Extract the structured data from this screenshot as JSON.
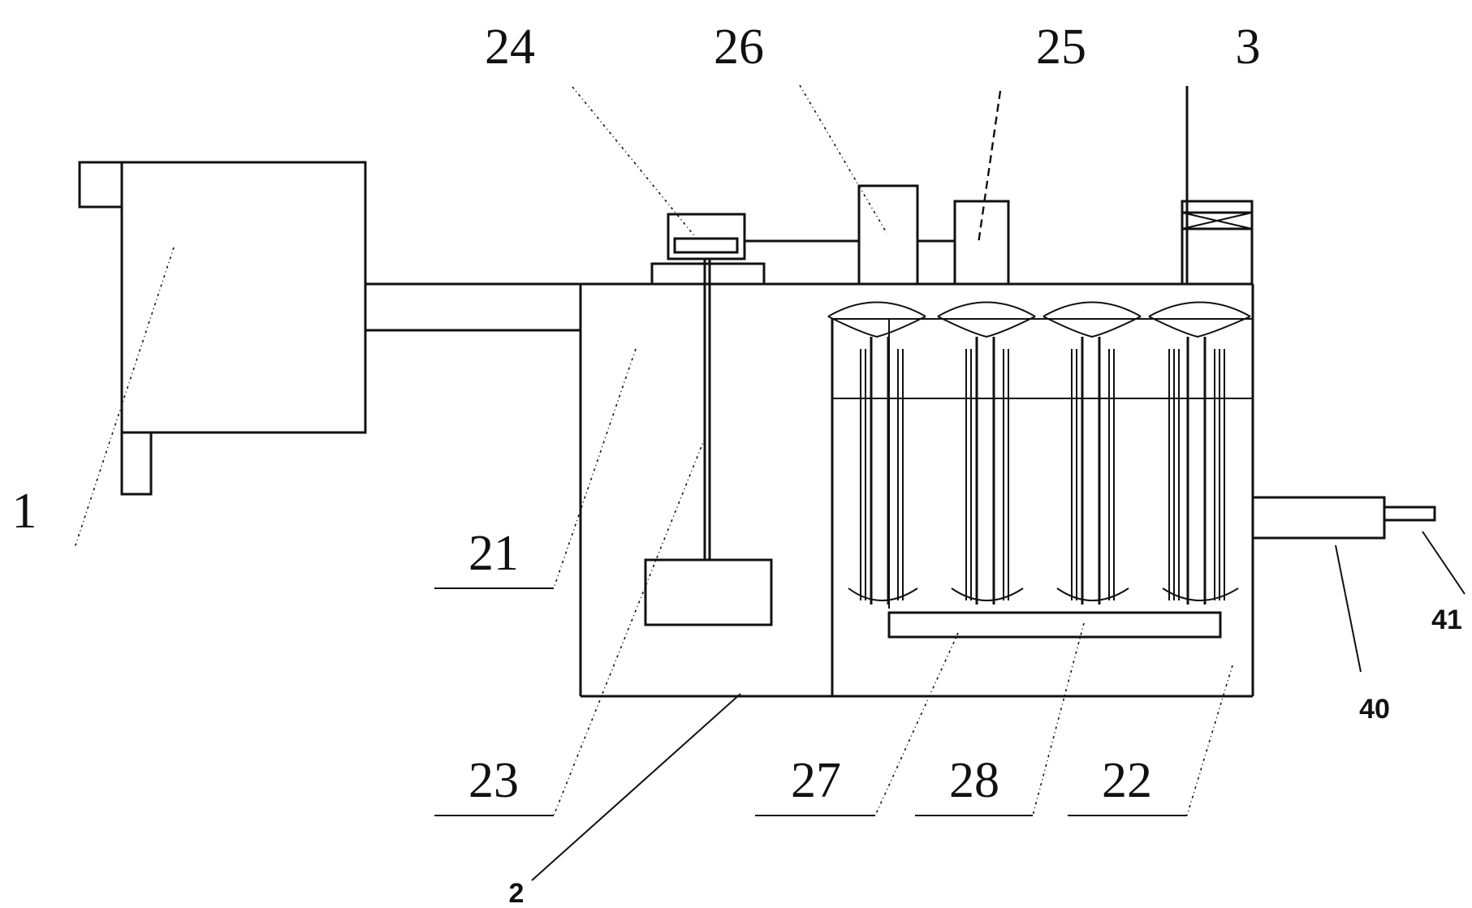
{
  "labels": {
    "l1": "1",
    "l2": "2",
    "l3": "3",
    "l21": "21",
    "l22": "22",
    "l23": "23",
    "l24": "24",
    "l25": "25",
    "l26": "26",
    "l27": "27",
    "l28": "28",
    "l40": "40",
    "l41": "41"
  },
  "colors": {
    "line": "#111111",
    "background": "#ffffff"
  }
}
